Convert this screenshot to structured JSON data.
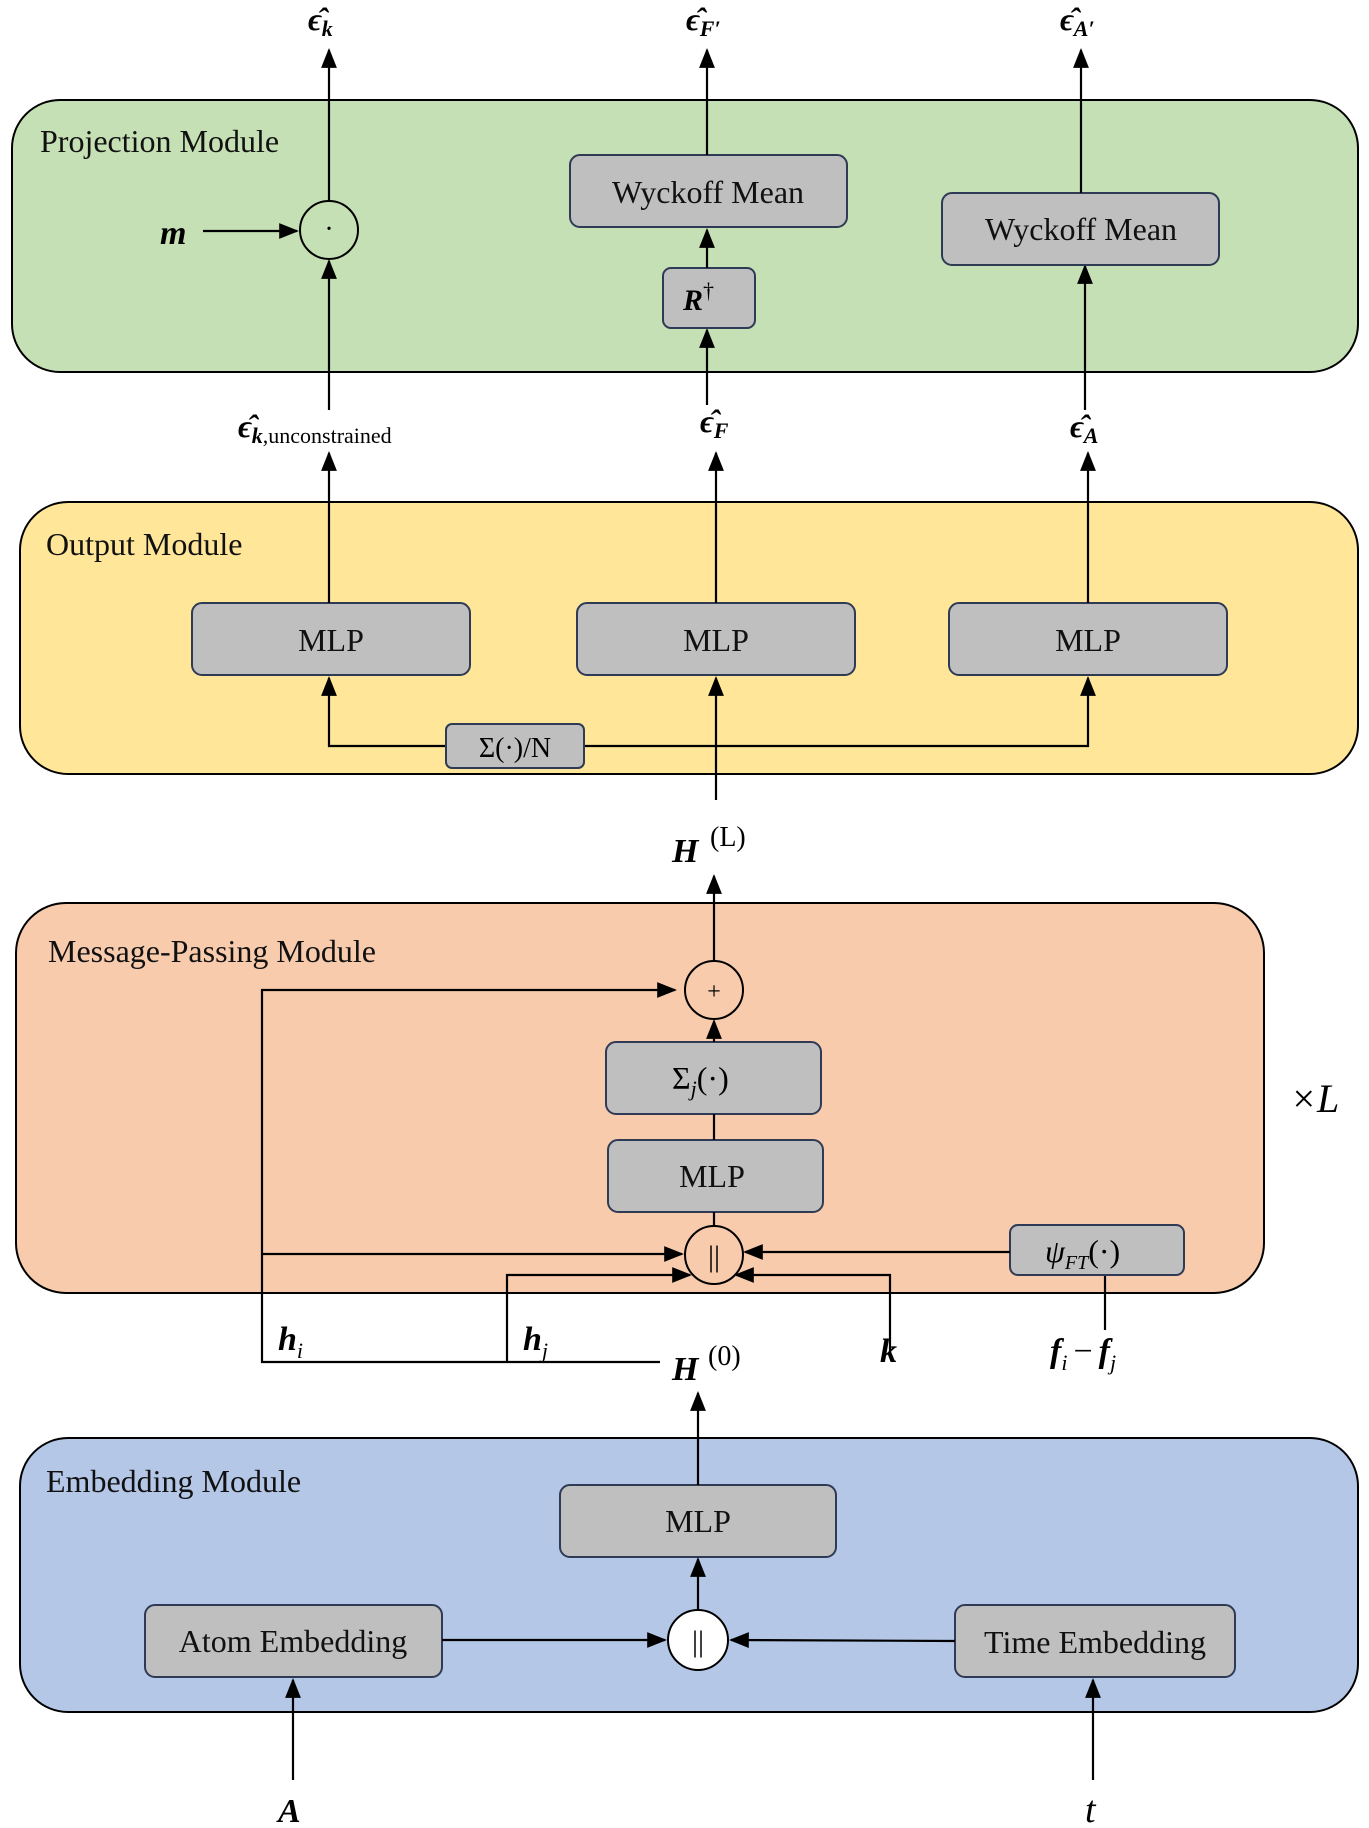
{
  "modules": {
    "projection": {
      "title": "Projection Module",
      "color": "#c5e0b4"
    },
    "output": {
      "title": "Output Module",
      "color": "#ffe699"
    },
    "message": {
      "title": "Message-Passing Module",
      "color": "#f8cbad"
    },
    "embedding": {
      "title": "Embedding Module",
      "color": "#b4c7e7"
    }
  },
  "boxes": {
    "wyckoff_mean": "Wyckoff Mean",
    "mlp": "MLP",
    "atom_embedding": "Atom Embedding",
    "time_embedding": "Time Embedding",
    "r_dagger": "R",
    "sum_over_n": "Σ(·)/N",
    "sum_j": "Σ",
    "psi": "ψ"
  },
  "operators": {
    "dot": "·",
    "plus": "+",
    "concat": "||"
  },
  "symbols": {
    "eps_hat": "ϵ̂",
    "k": "k",
    "unconstrained": ",unconstrained",
    "F": "F",
    "A": "A",
    "F_prime": "F′",
    "A_prime": "A′",
    "m": "m",
    "H": "H",
    "L_sup": "(L)",
    "zero_sup": "(0)",
    "h": "h",
    "i": "i",
    "j": "j",
    "f": "f",
    "minus": "−",
    "FT": "FT",
    "dot_arg": "(·)",
    "dagger": "†",
    "times_L": "×L",
    "t": "t"
  },
  "colors": {
    "box_fill": "#bfbfbf",
    "box_stroke": "#2f3b55",
    "circle_fill": "#ffffff"
  }
}
